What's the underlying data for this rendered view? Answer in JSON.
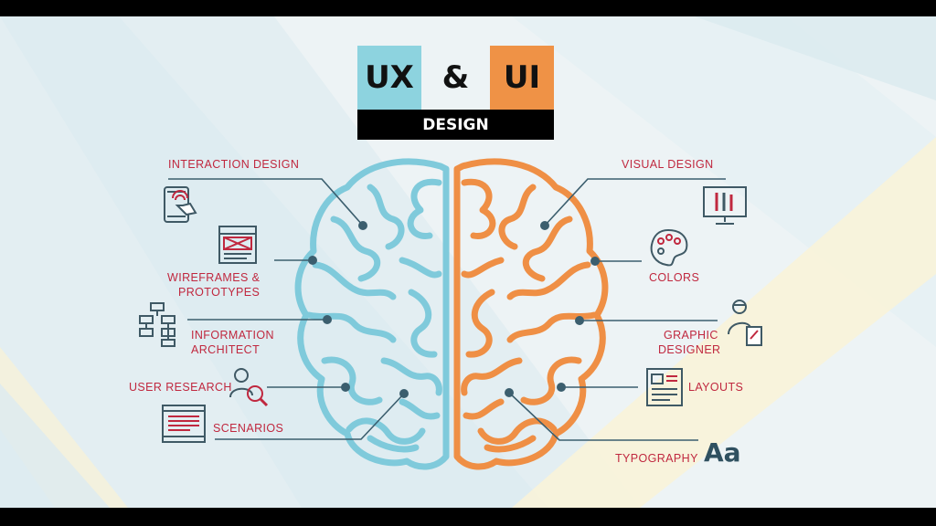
{
  "title": {
    "ux": "UX",
    "amp": "&",
    "ui": "UI",
    "subtitle": "DESIGN"
  },
  "colors": {
    "ux_box": "#8dd3df",
    "ui_box": "#ef9246",
    "left_brain": "#7fcadb",
    "right_brain": "#ef8f45",
    "label_text": "#c0283f",
    "connector": "#3b5e6e",
    "icon": "#3f5965",
    "background": "#eef4f6"
  },
  "ux_labels": {
    "interaction_design": "INTERACTION DESIGN",
    "wireframes_line1": "WIREFRAMES &",
    "wireframes_line2": "PROTOTYPES",
    "info_line1": "INFORMATION",
    "info_line2": "ARCHITECT",
    "user_research": "USER RESEARCH",
    "scenarios": "SCENARIOS"
  },
  "ui_labels": {
    "visual_design": "VISUAL DESIGN",
    "colors": "COLORS",
    "graphic_line1": "GRAPHIC",
    "graphic_line2": "DESIGNER",
    "layouts": "LAYOUTS",
    "typography": "TYPOGRAPHY",
    "typography_glyph": "Aa"
  },
  "icons": {
    "interaction_design": "tablet-touch-icon",
    "wireframes": "wireframe-icon",
    "information_architect": "sitemap-icon",
    "user_research": "user-search-icon",
    "scenarios": "storyboard-icon",
    "visual_design": "monitor-tools-icon",
    "colors": "palette-icon",
    "graphic_designer": "designer-icon",
    "layouts": "layout-icon",
    "typography": "typography-icon"
  }
}
